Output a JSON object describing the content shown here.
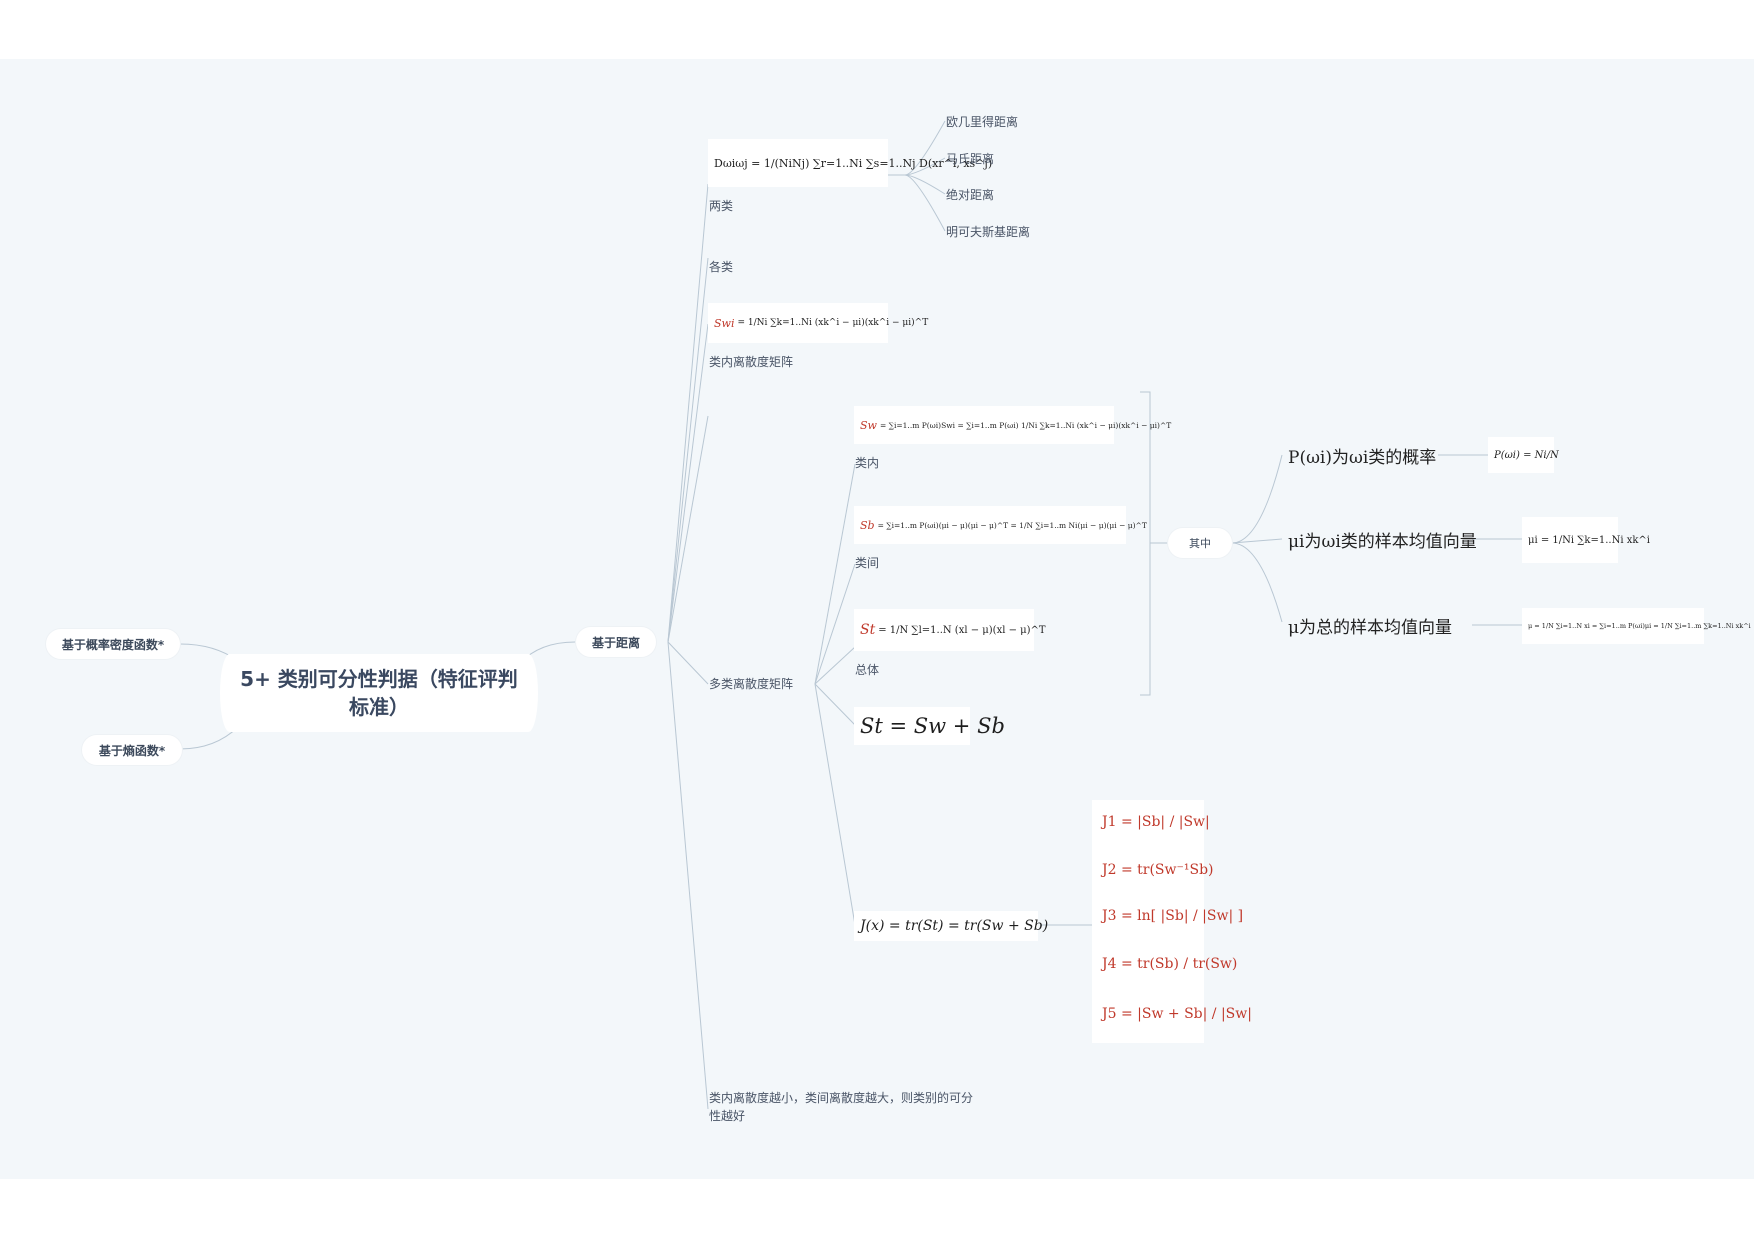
{
  "central_topic": "5+ 类别可分性判据（特征评判标准）",
  "left_branches": [
    "基于概率密度函数*",
    "基于熵函数*"
  ],
  "main_branch": "基于距离",
  "two_classes": {
    "label": "两类",
    "formula": "Dωiωj = 1/(NiNj) ∑r=1..Ni ∑s=1..Nj D(xr^i, xs^j)",
    "distances": [
      "欧几里得距离",
      "马氏距离",
      "绝对距离",
      "明可夫斯基距离"
    ]
  },
  "each_class": {
    "label": "各类"
  },
  "within_scatter": {
    "label": "类内离散度矩阵",
    "sym": "Swi",
    "formula": "= 1/Ni ∑k=1..Ni (xk^i − μi)(xk^i − μi)^T"
  },
  "multi_class": {
    "label": "多类离散度矩阵",
    "within": {
      "label": "类内",
      "sym": "Sw",
      "formula": "= ∑i=1..m P(ωi)Swi = ∑i=1..m P(ωi) 1/Ni ∑k=1..Ni (xk^i − μi)(xk^i − μi)^T"
    },
    "between": {
      "label": "类间",
      "sym": "Sb",
      "formula": "= ∑i=1..m P(ωi)(μi − μ)(μi − μ)^T = 1/N ∑i=1..m Ni(μi − μ)(μi − μ)^T"
    },
    "total": {
      "label": "总体",
      "sym": "St",
      "formula": "= 1/N ∑l=1..N (xl − μ)(xl − μ)^T"
    },
    "identity": "St = Sw + Sb",
    "criterion": "J(x) = tr(St) = tr(Sw + Sb)"
  },
  "where": {
    "label": "其中",
    "items": [
      {
        "text": "P(ωi)为ωi类的概率",
        "formula": "P(ωi) = Ni/N"
      },
      {
        "text": "μi为ωi类的样本均值向量",
        "formula": "μi = 1/Ni ∑k=1..Ni xk^i"
      },
      {
        "text": "μ为总的样本均值向量",
        "formula": "μ = 1/N ∑i=1..N xi = ∑i=1..m P(ωi)μi = 1/N ∑i=1..m ∑k=1..Ni xk^i"
      }
    ]
  },
  "criteria": [
    "J1 = |Sb| / |Sw|",
    "J2 = tr(Sw⁻¹Sb)",
    "J3 = ln[ |Sb| / |Sw| ]",
    "J4 = tr(Sb) / tr(Sw)",
    "J5 = |Sw + Sb| / |Sw|"
  ],
  "conclusion": "类内离散度越小，类间离散度越大，则类别的可分性越好",
  "colors": {
    "canvas": "#f3f7fa",
    "line": "#b9c7d3",
    "red": "#c0392b",
    "text": "#3d4a5c"
  }
}
